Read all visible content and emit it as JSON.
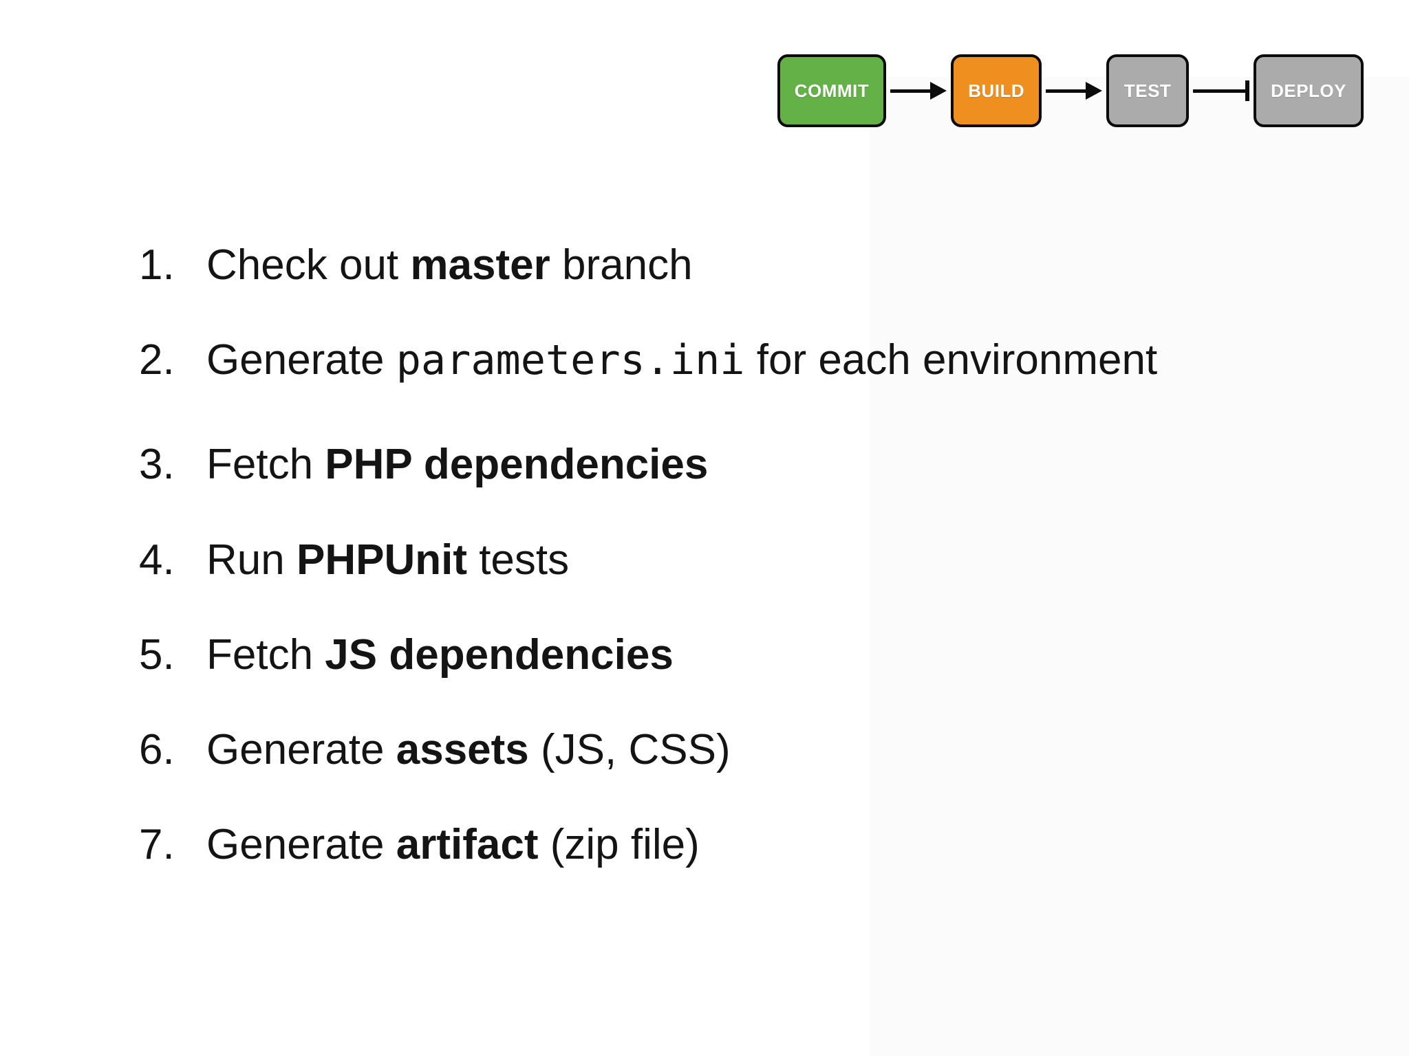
{
  "slide": {
    "background_color": "#ffffff",
    "shade_color": "#fbfbfb",
    "text_color": "#141414"
  },
  "pipeline": {
    "border_color": "#0b0b0b",
    "label_color": "#ffffff",
    "stages": [
      {
        "id": "commit",
        "label": "COMMIT",
        "color": "#63B147"
      },
      {
        "id": "build",
        "label": "BUILD",
        "color": "#EE8F1F"
      },
      {
        "id": "test",
        "label": "TEST",
        "color": "#ABABAB"
      },
      {
        "id": "deploy",
        "label": "DEPLOY",
        "color": "#ABABAB"
      }
    ],
    "connectors": [
      {
        "from": "commit",
        "to": "build",
        "type": "arrow"
      },
      {
        "from": "build",
        "to": "test",
        "type": "arrow"
      },
      {
        "from": "test",
        "to": "deploy",
        "type": "tbar"
      }
    ]
  },
  "steps": {
    "items": [
      {
        "number": "1.",
        "segments": [
          {
            "text": "Check out ",
            "style": "normal"
          },
          {
            "text": "master",
            "style": "bold"
          },
          {
            "text": " branch",
            "style": "normal"
          }
        ]
      },
      {
        "number": "2.",
        "segments": [
          {
            "text": "Generate ",
            "style": "normal"
          },
          {
            "text": "parameters.ini",
            "style": "mono"
          },
          {
            "text": " for each environment",
            "style": "normal"
          }
        ]
      },
      {
        "number": "3.",
        "segments": [
          {
            "text": "Fetch ",
            "style": "normal"
          },
          {
            "text": "PHP dependencies",
            "style": "bold"
          }
        ]
      },
      {
        "number": "4.",
        "segments": [
          {
            "text": "Run ",
            "style": "normal"
          },
          {
            "text": "PHPUnit",
            "style": "bold"
          },
          {
            "text": " tests",
            "style": "normal"
          }
        ]
      },
      {
        "number": "5.",
        "segments": [
          {
            "text": "Fetch ",
            "style": "normal"
          },
          {
            "text": "JS dependencies",
            "style": "bold"
          }
        ]
      },
      {
        "number": "6.",
        "segments": [
          {
            "text": "Generate ",
            "style": "normal"
          },
          {
            "text": "assets",
            "style": "bold"
          },
          {
            "text": " (JS, CSS)",
            "style": "normal"
          }
        ]
      },
      {
        "number": "7.",
        "segments": [
          {
            "text": "Generate ",
            "style": "normal"
          },
          {
            "text": "artifact",
            "style": "bold"
          },
          {
            "text": " (zip file)",
            "style": "normal"
          }
        ]
      }
    ]
  }
}
